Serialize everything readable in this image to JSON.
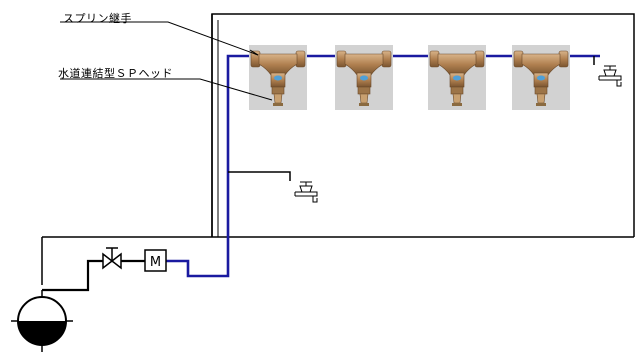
{
  "labels": {
    "sprinkler_joint": "スプリン継手",
    "sprinkler_head": "水道連結型ＳＰヘッド"
  },
  "colors": {
    "water_pipe": "#1a1aa0",
    "line": "#000000",
    "fitting_bronze": "#b58a5a",
    "fitting_bg": "#d2d2d2"
  },
  "icons": {
    "valve": "gate-valve-icon",
    "meter": "water-meter-icon",
    "main": "water-main-icon",
    "faucet": "faucet-icon",
    "fitting": "sprinkler-fitting-icon"
  },
  "meter": {
    "symbol": "M"
  }
}
